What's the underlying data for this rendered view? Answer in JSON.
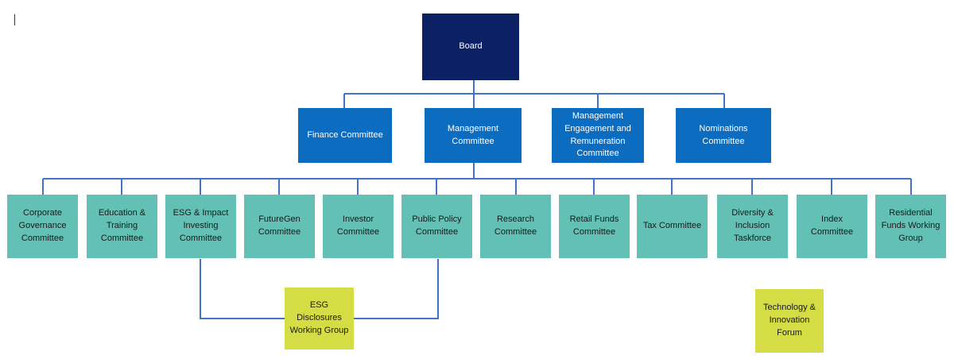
{
  "board": {
    "label": "Board"
  },
  "committees": [
    {
      "label": "Finance Committee"
    },
    {
      "label": "Management Committee"
    },
    {
      "label": "Management Engagement and Remuneration Committee"
    },
    {
      "label": "Nominations Committee"
    }
  ],
  "sub_committees": [
    {
      "label": "Corporate Governance Committee"
    },
    {
      "label": "Education & Training Committee"
    },
    {
      "label": "ESG & Impact Investing Committee"
    },
    {
      "label": "FutureGen Committee"
    },
    {
      "label": "Investor Committee"
    },
    {
      "label": "Public Policy Committee"
    },
    {
      "label": "Research Committee"
    },
    {
      "label": "Retail Funds Committee"
    },
    {
      "label": "Tax Committee"
    },
    {
      "label": "Diversity & Inclusion Taskforce"
    },
    {
      "label": "Index Committee"
    },
    {
      "label": "Residential Funds Working Group"
    }
  ],
  "working_groups": [
    {
      "label": "ESG Disclosures Working Group"
    },
    {
      "label": "Technology & Innovation Forum"
    }
  ],
  "colors": {
    "board": "#0b2163",
    "committee": "#0c6cc0",
    "sub_committee": "#62c0b5",
    "working_group": "#d4dd43",
    "connector": "#4472c4"
  }
}
